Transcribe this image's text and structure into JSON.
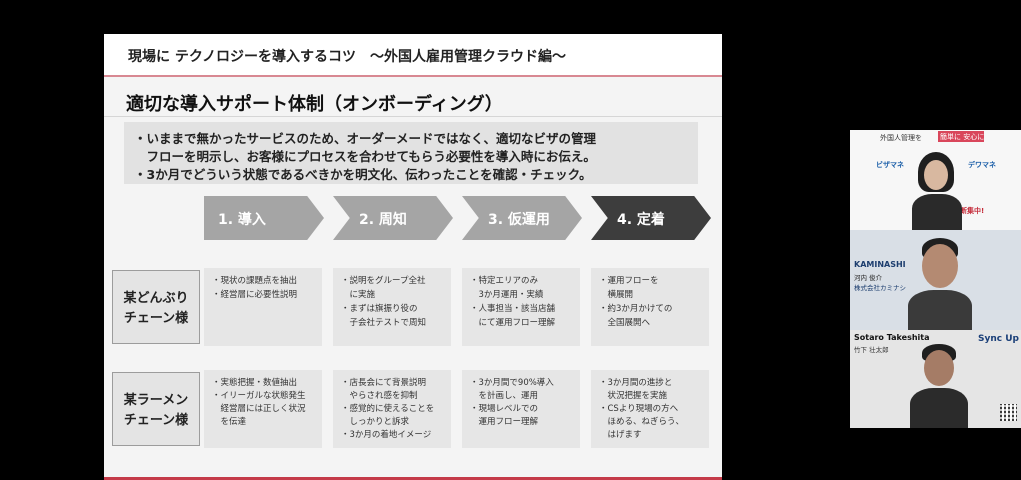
{
  "slide": {
    "header": "現場に テクノロジーを導入するコツ　～外国人雇用管理クラウド編～",
    "title": "適切な導入サポート体制（オンボーディング）",
    "bullets": [
      "・いままで無かったサービスのため、オーダーメードではなく、適切なビザの管理",
      "　フローを明示し、お客様にプロセスを合わせてもらう必要性を導入時にお伝え。",
      "・3か月でどういう状態であるべきかを明文化、伝わったことを確認・チェック。"
    ],
    "steps": [
      "1. 導入",
      "2. 周知",
      "3. 仮運用",
      "4. 定着"
    ],
    "rows": [
      {
        "label": [
          "某どんぶり",
          "チェーン様"
        ],
        "cells": [
          [
            "・現状の課題点を抽出",
            "・経営層に必要性説明"
          ],
          [
            "・説明をグループ全社",
            "　に実施",
            "・まずは旗振り役の",
            "　子会社テストで周知"
          ],
          [
            "・特定エリアのみ",
            "　3か月運用・実績",
            "・人事担当・該当店舗",
            "　にて運用フロー理解"
          ],
          [
            "・運用フローを",
            "　横展開",
            "・約3か月かけての",
            "　全国展開へ"
          ]
        ]
      },
      {
        "label": [
          "某ラーメン",
          "チェーン様"
        ],
        "cells": [
          [
            "・実態把握・数値抽出",
            "・イリーガルな状態発生",
            "　経営層には正しく状況",
            "　を伝達"
          ],
          [
            "・店長会にて背景説明",
            "　やらされ感を抑制",
            "・感覚的に使えることを",
            "　しっかりと訴求",
            "・3か月の着地イメージ"
          ],
          [
            "・3か月間で90%導入",
            "　を計画し、運用",
            "・現場レベルでの",
            "　運用フロー理解"
          ],
          [
            "・3か月間の進捗と",
            "　状況把握を実施",
            "・CSより現場の方へ",
            "　ほめる、ねぎらう、",
            "　はげます"
          ]
        ]
      }
    ]
  },
  "participants": {
    "tile1": {
      "line1": "外国人管理を",
      "badge": "簡単に 安心に",
      "logo_left": "ビザマネ",
      "logo_right": "デワマネ",
      "red_text": "ｽｸ診断集中!"
    },
    "tile2": {
      "logo": "KAMINASHI",
      "name": "河内 俊介",
      "company": "株式会社カミナシ"
    },
    "tile3": {
      "name": "Sotaro Takeshita",
      "logo": "Sync Up",
      "role": "竹下 壮太郎"
    }
  }
}
